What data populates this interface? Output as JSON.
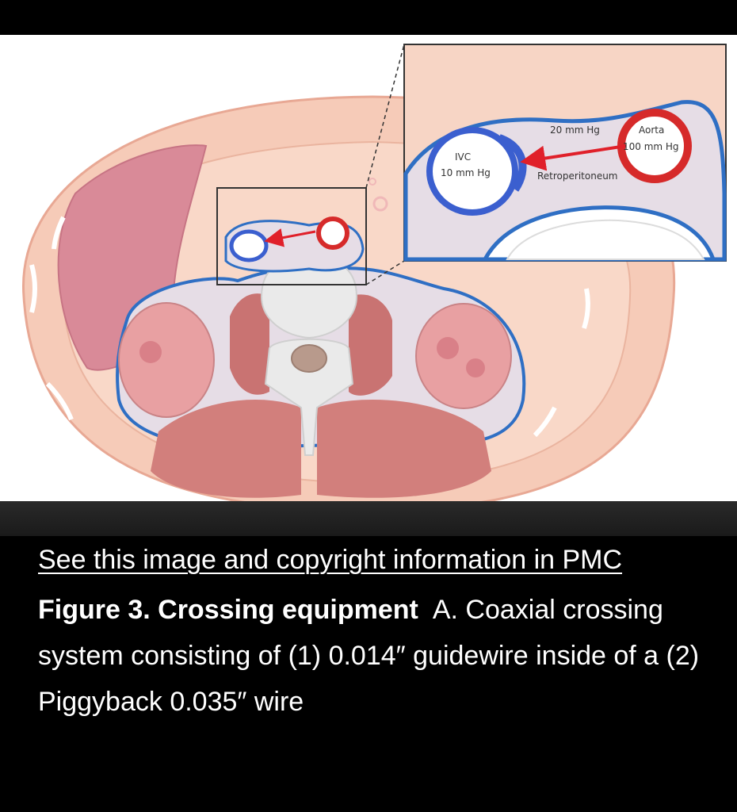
{
  "figure": {
    "inset_labels": {
      "ivc_name": "IVC",
      "ivc_pressure": "10 mm Hg",
      "aorta_name": "Aorta",
      "aorta_pressure": "100 mm Hg",
      "gradient": "20 mm Hg",
      "space": "Retroperitoneum"
    },
    "colors": {
      "skin": "#f6cbb8",
      "liver": "#d98a98",
      "muscle": "#d27f7c",
      "retroperitoneal_border": "#2f6fc4",
      "ivc": "#3b5fcf",
      "aorta": "#d62a2a",
      "arrow": "#e0202a"
    }
  },
  "caption": {
    "link_text": "See this image and copyright information in PMC",
    "figure_label": "Figure 3. Crossing equipment",
    "figure_text": "A. Coaxial crossing system consisting of (1) 0.014″ guidewire inside of a (2) Piggyback 0.035″ wire"
  }
}
